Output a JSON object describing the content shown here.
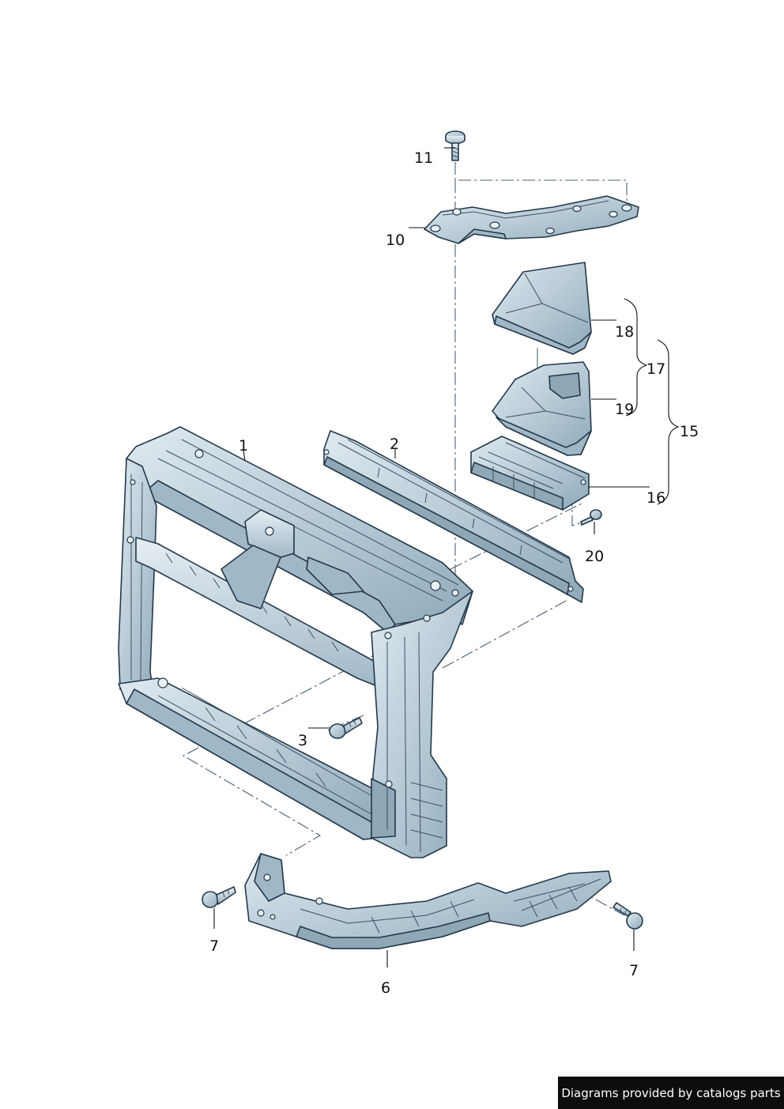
{
  "callouts": {
    "c1": "1",
    "c2": "2",
    "c3": "3",
    "c6": "6",
    "c7a": "7",
    "c7b": "7",
    "c10": "10",
    "c11": "11",
    "c15": "15",
    "c16": "16",
    "c17": "17",
    "c18": "18",
    "c19": "19",
    "c20": "20"
  },
  "footer": {
    "credit": "Diagrams provided by catalogs parts"
  },
  "colors": {
    "part_fill": "#b7ccd8",
    "part_dark": "#8fa9b9",
    "line": "#24384a"
  }
}
